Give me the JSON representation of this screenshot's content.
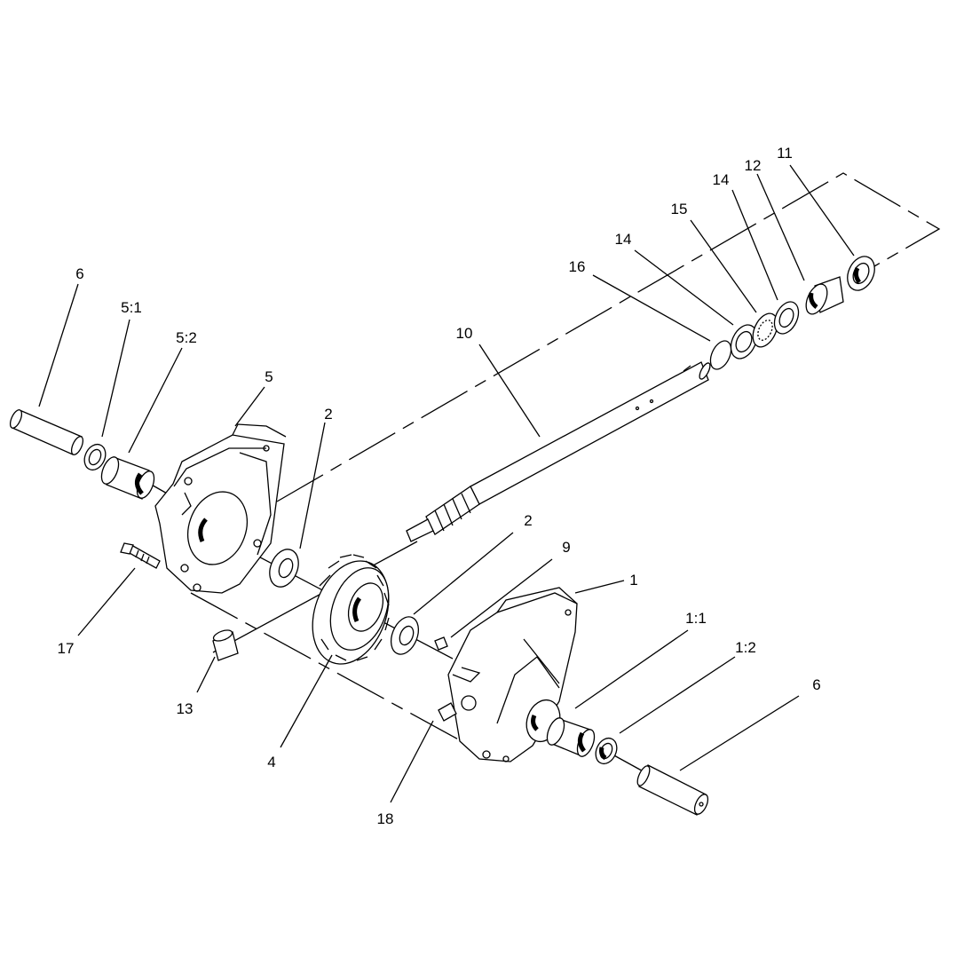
{
  "callouts": {
    "c6a": "6",
    "c51": "5:1",
    "c52": "5:2",
    "c5": "5",
    "c2a": "2",
    "c10": "10",
    "c16": "16",
    "c14a": "14",
    "c15": "15",
    "c14b": "14",
    "c12": "12",
    "c11": "11",
    "c2b": "2",
    "c9": "9",
    "c1": "1",
    "c11b": "1:1",
    "c12b": "1:2",
    "c6b": "6",
    "c17": "17",
    "c13": "13",
    "c4": "4",
    "c18": "18"
  }
}
